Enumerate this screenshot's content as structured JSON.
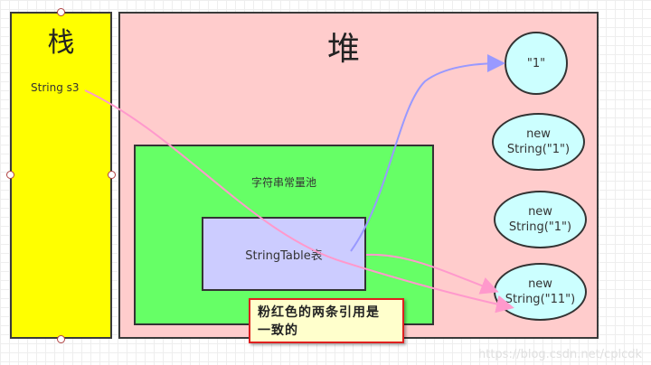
{
  "diagram": {
    "stack": {
      "title": "栈",
      "variable": "String s3",
      "color": "#ffff00"
    },
    "heap": {
      "title": "堆",
      "color": "#ffcccc",
      "string_constant_pool": {
        "label": "字符串常量池",
        "color": "#66ff66",
        "string_table": {
          "label": "StringTable表",
          "color": "#ccccff"
        }
      },
      "objects": [
        {
          "label": "\"1\""
        },
        {
          "line1": "new",
          "line2": "String(\"1\")"
        },
        {
          "line1": "new",
          "line2": "String(\"1\")"
        },
        {
          "line1": "new",
          "line2": "String(\"11\")"
        }
      ],
      "object_color": "#ccffff"
    },
    "note": {
      "line1": "粉红色的两条引用是",
      "line2": "一致的"
    },
    "arrows": [
      {
        "from": "StringTable表",
        "to": "\"1\"",
        "color": "#9999ff"
      },
      {
        "from": "String s3",
        "to": "new String(\"11\")",
        "color": "#ff99cc"
      },
      {
        "from": "StringTable表",
        "to": "new String(\"11\")",
        "color": "#ff99cc"
      }
    ]
  },
  "watermark": "https://blog.csdn.net/cplcdk"
}
